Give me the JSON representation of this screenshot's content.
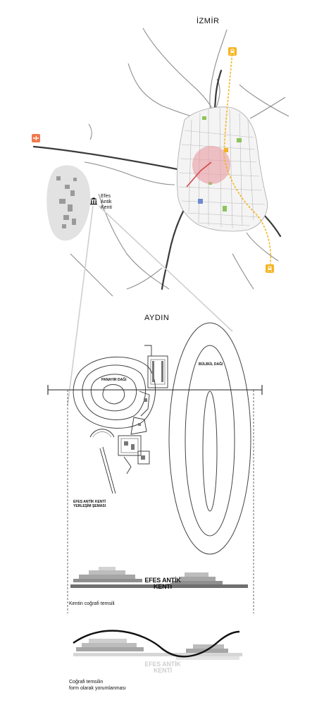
{
  "map": {
    "north_city": "İZMİR",
    "south_city": "AYDIN",
    "site_label_line1": "Efes",
    "site_label_line2": "Antik",
    "site_label_line3": "Kenti",
    "airport_icon": "airplane-icon",
    "train_icon": "train-icon",
    "museum_icon": "museum-icon",
    "colors": {
      "airport": "#f07a4e",
      "train": "#f5b520",
      "rail_line": "#f5b520",
      "center": "#e89aa0",
      "road": "#444444",
      "site_area": "#dcdcdc",
      "park": "#8cc35a"
    }
  },
  "site_plan": {
    "mountain_west": "PANAYIR DAĞI",
    "mountain_east": "BÜLBÜL DAĞI",
    "plan_title_line1": "EFES ANTİK KENTİ",
    "plan_title_line2": "YERLEŞİM ŞEMASI"
  },
  "diagrams": {
    "ruin_line1": "EFES ANTİK",
    "ruin_line2": "KENTİ",
    "caption1": "Kentin coğrafi temsili",
    "caption2_line1": "Coğrafi temsilin",
    "caption2_line2": "form olarak yorumlanması"
  }
}
